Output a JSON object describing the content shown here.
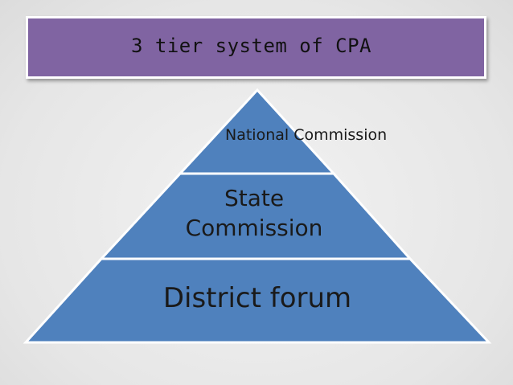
{
  "title": "3 tier system of CPA",
  "pyramid": {
    "levels": [
      {
        "label": "National Commission"
      },
      {
        "label": "State Commission"
      },
      {
        "label": "District forum"
      }
    ]
  },
  "colors": {
    "title_fill": "#8064a2",
    "pyramid_fill": "#4f81bd",
    "divider": "#ffffff"
  }
}
